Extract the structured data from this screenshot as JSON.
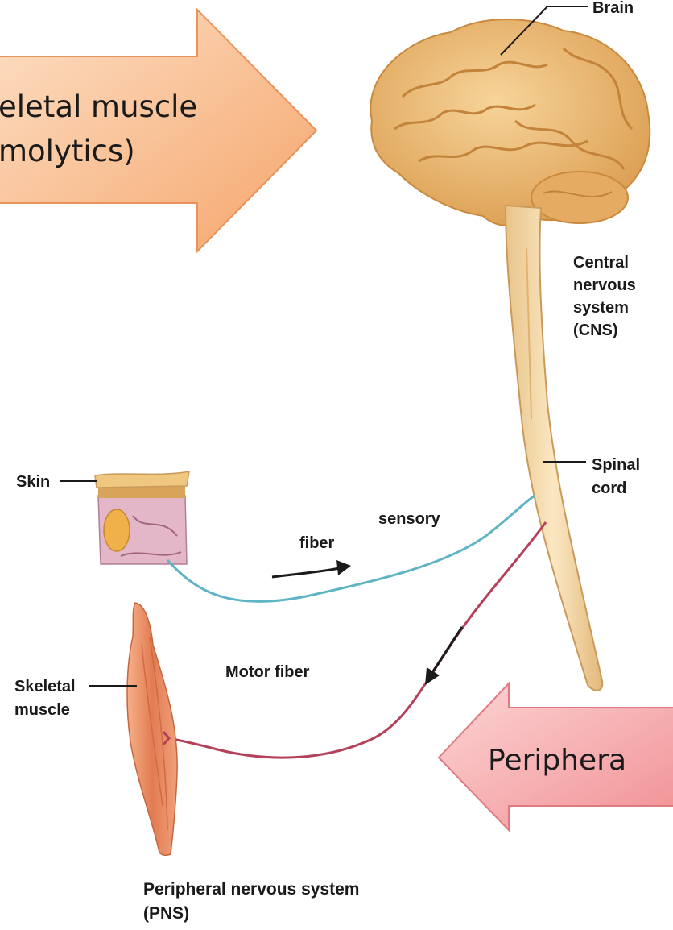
{
  "labels": {
    "brain": "Brain",
    "cns": [
      "Central",
      "nervous",
      "system",
      "(CNS)"
    ],
    "spinal_cord": [
      "Spinal",
      "cord"
    ],
    "skin": "Skin",
    "sensory": "sensory",
    "fiber": "fiber",
    "motor_fiber": "Motor fiber",
    "skeletal_muscle": [
      "Skeletal",
      "muscle"
    ],
    "pns": [
      "Peripheral nervous system",
      "(PNS)"
    ]
  },
  "arrows": {
    "top_left": [
      "eletal muscle",
      "molytics)"
    ],
    "bottom_right": "Periphera"
  },
  "colors": {
    "brain": "#e8b872",
    "spinal_cord": "#f3d9a8",
    "sensory_fiber": "#5fb4c3",
    "motor_fiber": "#b3415a",
    "muscle": "#e88f63",
    "arrow_orange": "#f8b98a",
    "arrow_pink": "#f4a3a6"
  }
}
